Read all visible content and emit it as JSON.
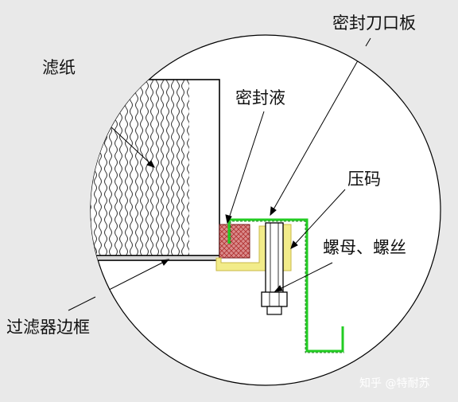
{
  "labels": {
    "filter_paper": "滤纸",
    "sealing_knife_plate": "密封刀口板",
    "sealing_liquid": "密封液",
    "press_block": "压码",
    "nut_bolt": "螺母、螺丝",
    "filter_frame": "过滤器边框"
  },
  "watermark": "知乎 @特耐苏",
  "colors": {
    "background": "#e9e9e9",
    "outline": "#000000",
    "knife_plate": "#22cc22",
    "press_block": "#f2ec8a",
    "sealing_liquid": "#d98c8c"
  }
}
